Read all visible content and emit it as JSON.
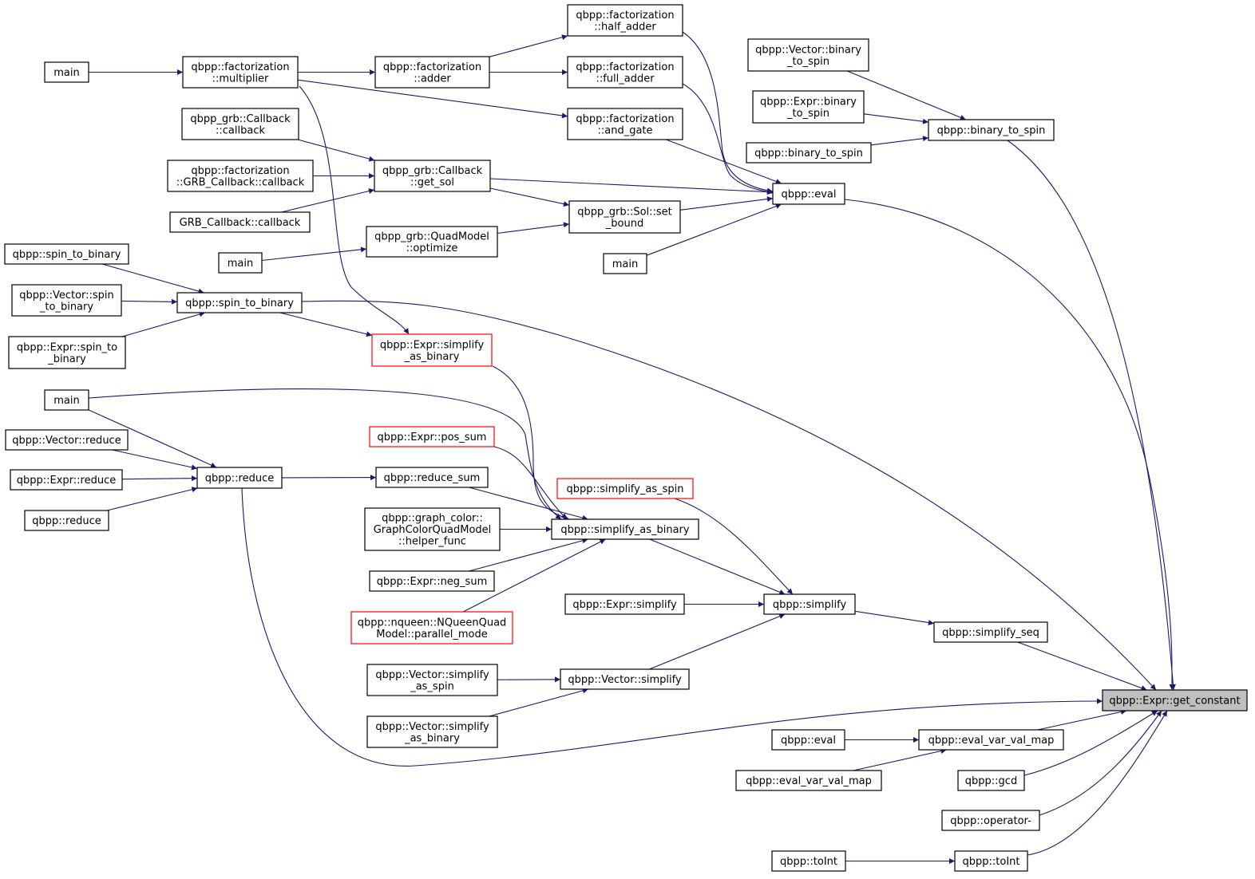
{
  "nodes": {
    "get_constant": {
      "lines": [
        "qbpp::Expr::get_constant"
      ],
      "style": "focus"
    },
    "main_a": {
      "lines": [
        "main"
      ]
    },
    "multiplier": {
      "lines": [
        "qbpp::factorization",
        "::multiplier"
      ]
    },
    "adder": {
      "lines": [
        "qbpp::factorization",
        "::adder"
      ]
    },
    "half_adder": {
      "lines": [
        "qbpp::factorization",
        "::half_adder"
      ]
    },
    "full_adder": {
      "lines": [
        "qbpp::factorization",
        "::full_adder"
      ]
    },
    "and_gate": {
      "lines": [
        "qbpp::factorization",
        "::and_gate"
      ]
    },
    "grb_callback": {
      "lines": [
        "qbpp_grb::Callback",
        "::callback"
      ]
    },
    "fact_grb_callback": {
      "lines": [
        "qbpp::factorization",
        "::GRB_Callback::callback"
      ]
    },
    "grb_callback_cb": {
      "lines": [
        "GRB_Callback::callback"
      ]
    },
    "get_sol": {
      "lines": [
        "qbpp_grb::Callback",
        "::get_sol"
      ]
    },
    "set_bound": {
      "lines": [
        "qbpp_grb::Sol::set",
        "_bound"
      ]
    },
    "main_b": {
      "lines": [
        "main"
      ]
    },
    "optimize": {
      "lines": [
        "qbpp_grb::QuadModel",
        "::optimize"
      ]
    },
    "main_c": {
      "lines": [
        "main"
      ]
    },
    "eval_a": {
      "lines": [
        "qbpp::eval"
      ]
    },
    "vec_binary_to_spin": {
      "lines": [
        "qbpp::Vector::binary",
        "_to_spin"
      ]
    },
    "expr_binary_to_spin": {
      "lines": [
        "qbpp::Expr::binary",
        "_to_spin"
      ]
    },
    "binary_to_spin_leaf": {
      "lines": [
        "qbpp::binary_to_spin"
      ]
    },
    "binary_to_spin": {
      "lines": [
        "qbpp::binary_to_spin"
      ]
    },
    "spin_to_binary_leaf": {
      "lines": [
        "qbpp::spin_to_binary"
      ]
    },
    "vec_spin_to_binary": {
      "lines": [
        "qbpp::Vector::spin",
        "_to_binary"
      ]
    },
    "expr_spin_to_binary": {
      "lines": [
        "qbpp::Expr::spin_to",
        "_binary"
      ]
    },
    "spin_to_binary": {
      "lines": [
        "qbpp::spin_to_binary"
      ]
    },
    "expr_simplify_as_binary": {
      "lines": [
        "qbpp::Expr::simplify",
        "_as_binary"
      ],
      "style": "truncated"
    },
    "main_d": {
      "lines": [
        "main"
      ]
    },
    "vec_reduce": {
      "lines": [
        "qbpp::Vector::reduce"
      ]
    },
    "expr_reduce": {
      "lines": [
        "qbpp::Expr::reduce"
      ]
    },
    "reduce_leaf": {
      "lines": [
        "qbpp::reduce"
      ]
    },
    "reduce": {
      "lines": [
        "qbpp::reduce"
      ]
    },
    "pos_sum": {
      "lines": [
        "qbpp::Expr::pos_sum"
      ],
      "style": "truncated"
    },
    "reduce_sum": {
      "lines": [
        "qbpp::reduce_sum"
      ]
    },
    "helper_func": {
      "lines": [
        "qbpp::graph_color::",
        "GraphColorQuadModel",
        "::helper_func"
      ]
    },
    "neg_sum": {
      "lines": [
        "qbpp::Expr::neg_sum"
      ]
    },
    "parallel_mode": {
      "lines": [
        "qbpp::nqueen::NQueenQuad",
        "Model::parallel_mode"
      ],
      "style": "truncated"
    },
    "simplify_as_spin": {
      "lines": [
        "qbpp::simplify_as_spin"
      ],
      "style": "truncated"
    },
    "simplify_as_binary": {
      "lines": [
        "qbpp::simplify_as_binary"
      ]
    },
    "expr_simplify": {
      "lines": [
        "qbpp::Expr::simplify"
      ]
    },
    "simplify": {
      "lines": [
        "qbpp::simplify"
      ]
    },
    "vec_simplify_as_spin": {
      "lines": [
        "qbpp::Vector::simplify",
        "_as_spin"
      ]
    },
    "vec_simplify_as_binary": {
      "lines": [
        "qbpp::Vector::simplify",
        "_as_binary"
      ]
    },
    "vec_simplify": {
      "lines": [
        "qbpp::Vector::simplify"
      ]
    },
    "simplify_seq": {
      "lines": [
        "qbpp::simplify_seq"
      ]
    },
    "eval_b": {
      "lines": [
        "qbpp::eval"
      ]
    },
    "eval_var_val_map_leaf": {
      "lines": [
        "qbpp::eval_var_val_map"
      ]
    },
    "eval_var_val_map": {
      "lines": [
        "qbpp::eval_var_val_map"
      ]
    },
    "gcd": {
      "lines": [
        "qbpp::gcd"
      ]
    },
    "operator_minus": {
      "lines": [
        "qbpp::operator-"
      ]
    },
    "toInt_leaf": {
      "lines": [
        "qbpp::toInt"
      ]
    },
    "toInt": {
      "lines": [
        "qbpp::toInt"
      ]
    }
  },
  "edges": [
    [
      "main_a",
      "multiplier"
    ],
    [
      "multiplier",
      "adder"
    ],
    [
      "multiplier",
      "and_gate"
    ],
    [
      "multiplier",
      "expr_simplify_as_binary"
    ],
    [
      "adder",
      "half_adder"
    ],
    [
      "adder",
      "full_adder"
    ],
    [
      "half_adder",
      "eval_a"
    ],
    [
      "full_adder",
      "eval_a"
    ],
    [
      "and_gate",
      "eval_a"
    ],
    [
      "grb_callback",
      "get_sol"
    ],
    [
      "fact_grb_callback",
      "get_sol"
    ],
    [
      "grb_callback_cb",
      "get_sol"
    ],
    [
      "get_sol",
      "eval_a"
    ],
    [
      "get_sol",
      "set_bound"
    ],
    [
      "main_b",
      "optimize"
    ],
    [
      "optimize",
      "set_bound"
    ],
    [
      "set_bound",
      "eval_a"
    ],
    [
      "main_c",
      "eval_a"
    ],
    [
      "eval_a",
      "get_constant"
    ],
    [
      "vec_binary_to_spin",
      "binary_to_spin"
    ],
    [
      "expr_binary_to_spin",
      "binary_to_spin"
    ],
    [
      "binary_to_spin_leaf",
      "binary_to_spin"
    ],
    [
      "binary_to_spin",
      "get_constant"
    ],
    [
      "spin_to_binary_leaf",
      "spin_to_binary"
    ],
    [
      "vec_spin_to_binary",
      "spin_to_binary"
    ],
    [
      "expr_spin_to_binary",
      "spin_to_binary"
    ],
    [
      "spin_to_binary",
      "expr_simplify_as_binary"
    ],
    [
      "spin_to_binary",
      "get_constant"
    ],
    [
      "expr_simplify_as_binary",
      "simplify_as_binary"
    ],
    [
      "main_d",
      "simplify_as_binary"
    ],
    [
      "main_d",
      "reduce"
    ],
    [
      "vec_reduce",
      "reduce"
    ],
    [
      "expr_reduce",
      "reduce"
    ],
    [
      "reduce_leaf",
      "reduce"
    ],
    [
      "reduce",
      "reduce_sum"
    ],
    [
      "reduce",
      "get_constant"
    ],
    [
      "pos_sum",
      "simplify_as_binary"
    ],
    [
      "reduce_sum",
      "simplify_as_binary"
    ],
    [
      "helper_func",
      "simplify_as_binary"
    ],
    [
      "neg_sum",
      "simplify_as_binary"
    ],
    [
      "parallel_mode",
      "simplify_as_binary"
    ],
    [
      "simplify_as_spin",
      "simplify"
    ],
    [
      "simplify_as_binary",
      "simplify"
    ],
    [
      "expr_simplify",
      "simplify"
    ],
    [
      "vec_simplify_as_spin",
      "vec_simplify"
    ],
    [
      "vec_simplify_as_binary",
      "vec_simplify"
    ],
    [
      "vec_simplify",
      "simplify"
    ],
    [
      "simplify",
      "simplify_seq"
    ],
    [
      "simplify_seq",
      "get_constant"
    ],
    [
      "eval_b",
      "eval_var_val_map"
    ],
    [
      "eval_var_val_map_leaf",
      "eval_var_val_map"
    ],
    [
      "eval_var_val_map",
      "get_constant"
    ],
    [
      "gcd",
      "get_constant"
    ],
    [
      "operator_minus",
      "get_constant"
    ],
    [
      "toInt_leaf",
      "toInt"
    ],
    [
      "toInt",
      "get_constant"
    ]
  ]
}
